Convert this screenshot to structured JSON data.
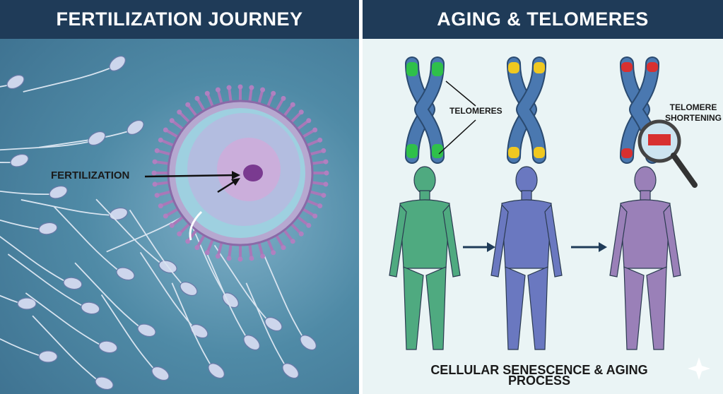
{
  "left": {
    "title": "FERTILIZATION JOURNEY",
    "label": "FERTILIZATION"
  },
  "right": {
    "title": "AGING & TELOMERES",
    "telomeres_label": "TELOMERES",
    "shortening_label": "TELOMERE SHORTENING",
    "caption": "CELLULAR SENESCENCE & AGING PROCESS"
  },
  "colors": {
    "header": "#1f3b58",
    "chromosome": "#4a78b0",
    "telomere_long": "#2fc04a",
    "telomere_mid": "#f0c820",
    "telomere_short": "#d83030",
    "body_young": "#4faa80",
    "body_mid": "#6a78c0",
    "body_old": "#9a80b8"
  }
}
